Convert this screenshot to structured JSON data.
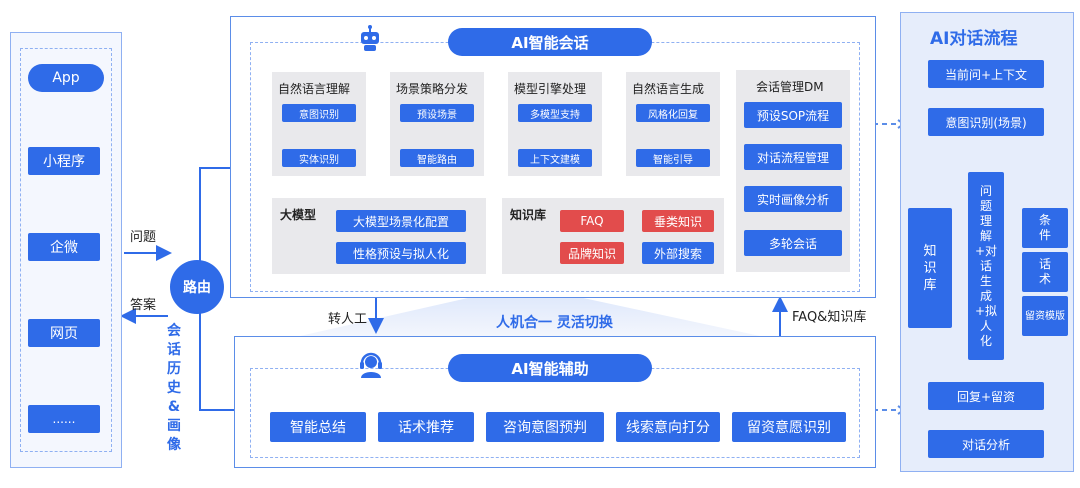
{
  "left_panel": {
    "items": [
      "App",
      "小程序",
      "企微",
      "网页",
      "......"
    ]
  },
  "router": {
    "label": "路由",
    "question": "问题",
    "answer": "答案",
    "history": "会话历史&画像"
  },
  "ai_session": {
    "title": "AI智能会话",
    "modules": [
      {
        "title": "自然语言理解",
        "items": [
          "意图识别",
          "实体识别"
        ]
      },
      {
        "title": "场景策略分发",
        "items": [
          "预设场景",
          "智能路由"
        ]
      },
      {
        "title": "模型引擎处理",
        "items": [
          "多模型支持",
          "上下文建模"
        ]
      },
      {
        "title": "自然语言生成",
        "items": [
          "风格化回复",
          "智能引导"
        ]
      }
    ],
    "dm": {
      "title": "会话管理DM",
      "items": [
        "预设SOP流程",
        "对话流程管理",
        "实时画像分析",
        "多轮会话"
      ]
    },
    "llm": {
      "title": "大模型",
      "items": [
        "大模型场景化配置",
        "性格预设与拟人化"
      ]
    },
    "kb": {
      "title": "知识库",
      "items": [
        "FAQ",
        "垂类知识",
        "品牌知识",
        "外部搜索"
      ]
    }
  },
  "middle": {
    "transfer": "转人工",
    "switch": "人机合一 灵活切换",
    "faq": "FAQ&知识库"
  },
  "ai_assist": {
    "title": "AI智能辅助",
    "items": [
      "智能总结",
      "话术推荐",
      "咨询意图预判",
      "线索意向打分",
      "留资意愿识别"
    ]
  },
  "flow": {
    "title": "AI对话流程",
    "step1": "当前问+上下文",
    "step2": "意图识别(场景)",
    "kb": "知识库",
    "center": "问题理解+对话生成+拟人化",
    "side": [
      "条件",
      "话术",
      "留资模版"
    ],
    "step3": "回复+留资",
    "step4": "对话分析"
  },
  "colors": {
    "primary": "#2f6be8",
    "red": "#e24c4c",
    "panel_border": "#5b8de8",
    "flow_bg": "#e6edfb"
  }
}
